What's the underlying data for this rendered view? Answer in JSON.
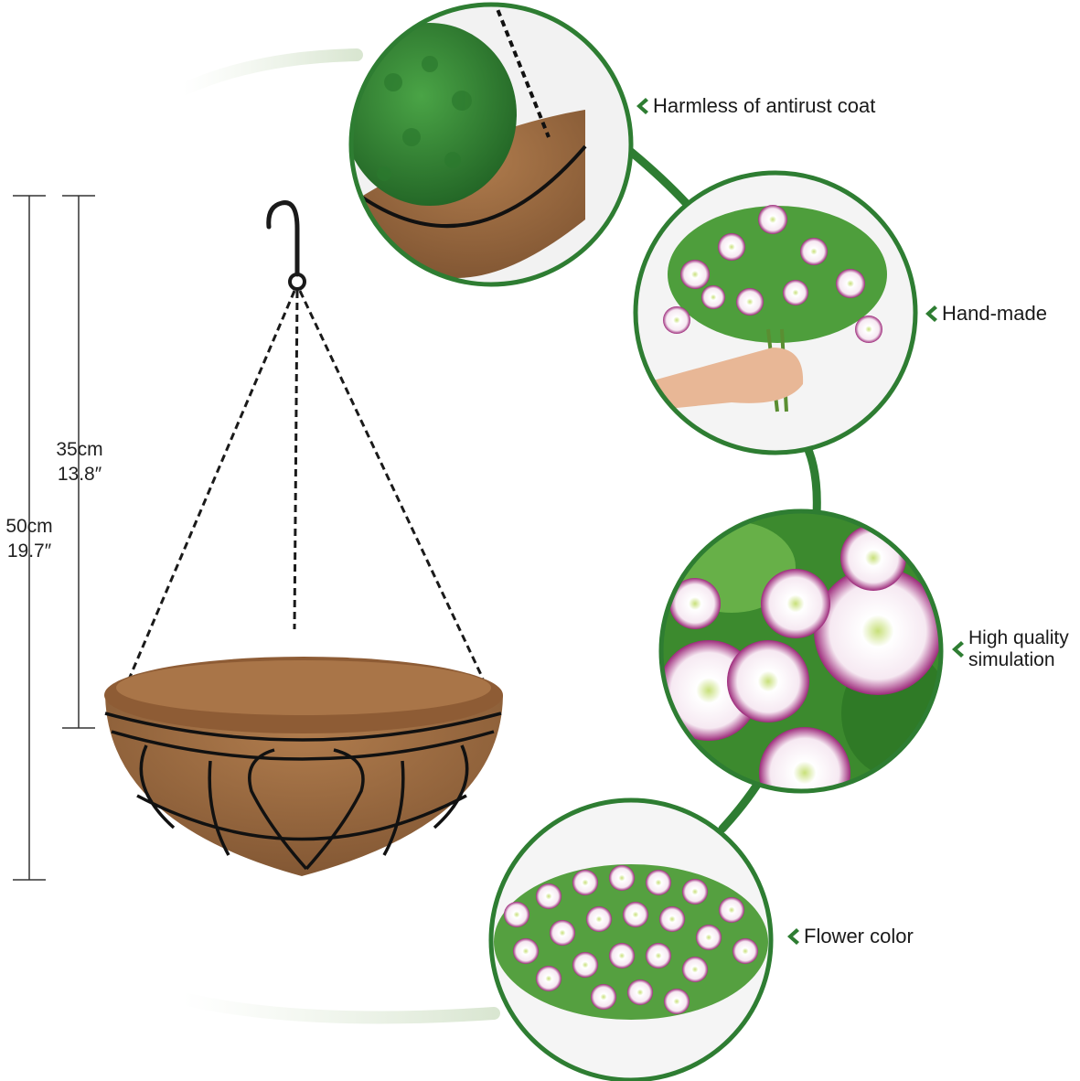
{
  "dimensions": {
    "inner": {
      "cm": "35cm",
      "inch": "13.8″"
    },
    "outer": {
      "cm": "50cm",
      "inch": "19.7″"
    }
  },
  "features": [
    {
      "label": "Harmless of antirust coat",
      "image": "coco-basket-with-greenery-photo"
    },
    {
      "label": "Hand-made",
      "image": "hand-holding-flower-bouquet-photo"
    },
    {
      "label": "High quality\nsimulation",
      "image": "petunia-flowers-closeup-photo"
    },
    {
      "label": "Flower color",
      "image": "purple-white-petunia-cluster-photo"
    }
  ],
  "colors": {
    "accent_green": "#2e7d32",
    "arc_light_green": "#dfe9d9",
    "coco_brown": "#9a6a3f",
    "wire_black": "#1a1a1a",
    "petal_magenta": "#a0307a",
    "leaf_green": "#4a9a3a"
  }
}
